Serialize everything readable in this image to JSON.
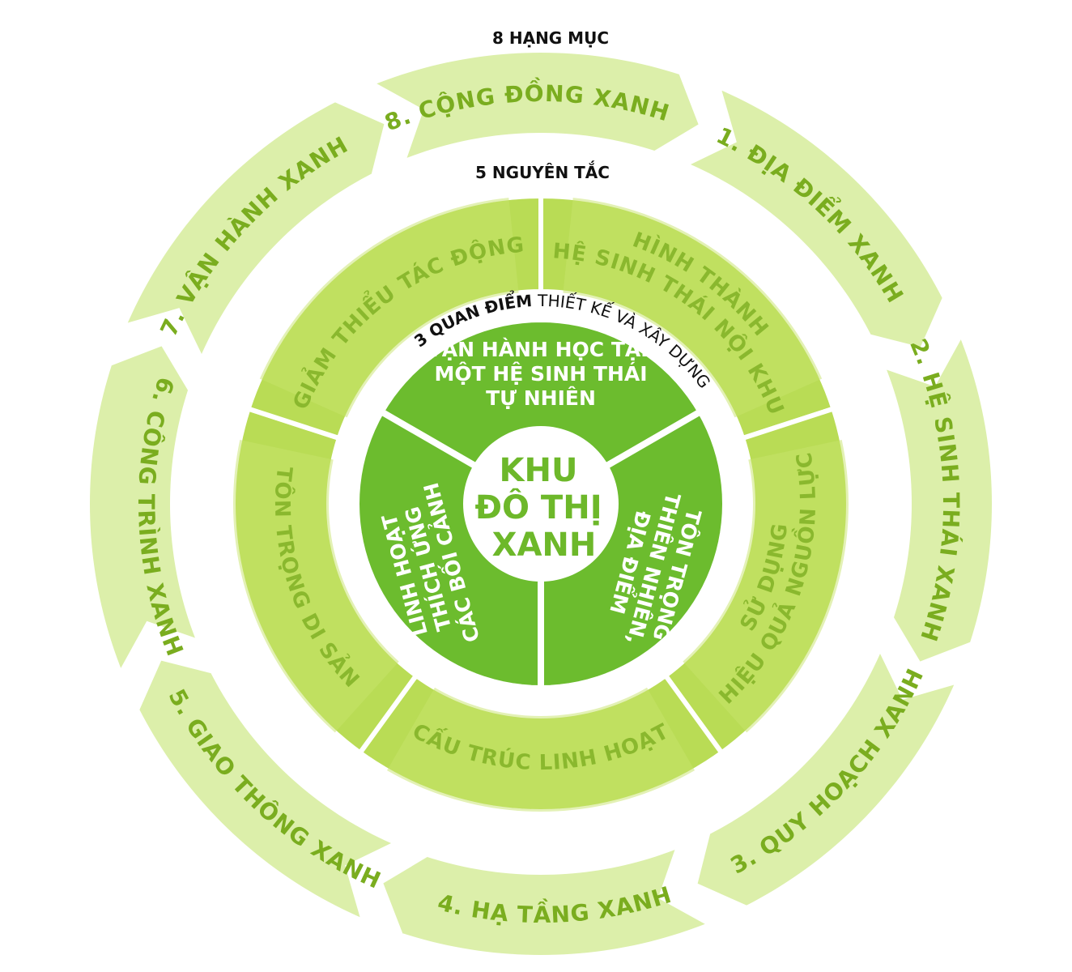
{
  "headings": {
    "categories": "8 HẠNG MỤC",
    "principles": "5 NGUYÊN TẮC",
    "viewpoints_bold": "3 QUAN ĐIỂM",
    "viewpoints_rest": " THIẾT KẾ VÀ XÂY DỰNG"
  },
  "center": {
    "lines": [
      "KHU",
      "ĐÔ THỊ",
      "XANH"
    ]
  },
  "categories": [
    "1. ĐỊA ĐIỂM XANH",
    "2. HỆ SINH THÁI XANH",
    "3. QUY HOẠCH XANH",
    "4. HẠ TẦNG XANH",
    "5. GIAO THÔNG XANH",
    "6. CÔNG TRÌNH XANH",
    "7. VẬN HÀNH XANH",
    "8. CỘNG ĐỒNG XANH"
  ],
  "principles": [
    {
      "lines": [
        "HÌNH THÀNH",
        "HỆ SINH THÁI NỘI KHU"
      ]
    },
    {
      "lines": [
        "SỬ DỤNG",
        "HIỆU QUẢ NGUỒN LỰC"
      ]
    },
    {
      "lines": [
        "CẤU TRÚC LINH HOẠT"
      ]
    },
    {
      "lines": [
        "TÔN TRỌNG DI SẢN"
      ]
    },
    {
      "lines": [
        "GIẢM THIỂU TÁC ĐỘNG"
      ]
    }
  ],
  "viewpoints": [
    {
      "lines": [
        "VẬN HÀNH HỌC TẬP",
        "MỘT HỆ SINH THÁI",
        "TỰ NHIÊN"
      ]
    },
    {
      "lines": [
        "TÔN TRỌNG",
        "THIÊN NHIÊN,",
        "ĐỊA ĐIỂM"
      ]
    },
    {
      "lines": [
        "LINH HOẠT",
        "THÍCH ỨNG",
        "CÁC BỐI CẢNH"
      ]
    }
  ],
  "colors": {
    "outer_ring": "#dcefaa",
    "middle_ring": "#b9dc55",
    "inner_ring": "#6cbc2e",
    "center_fill": "#ffffff",
    "background": "#ffffff"
  }
}
